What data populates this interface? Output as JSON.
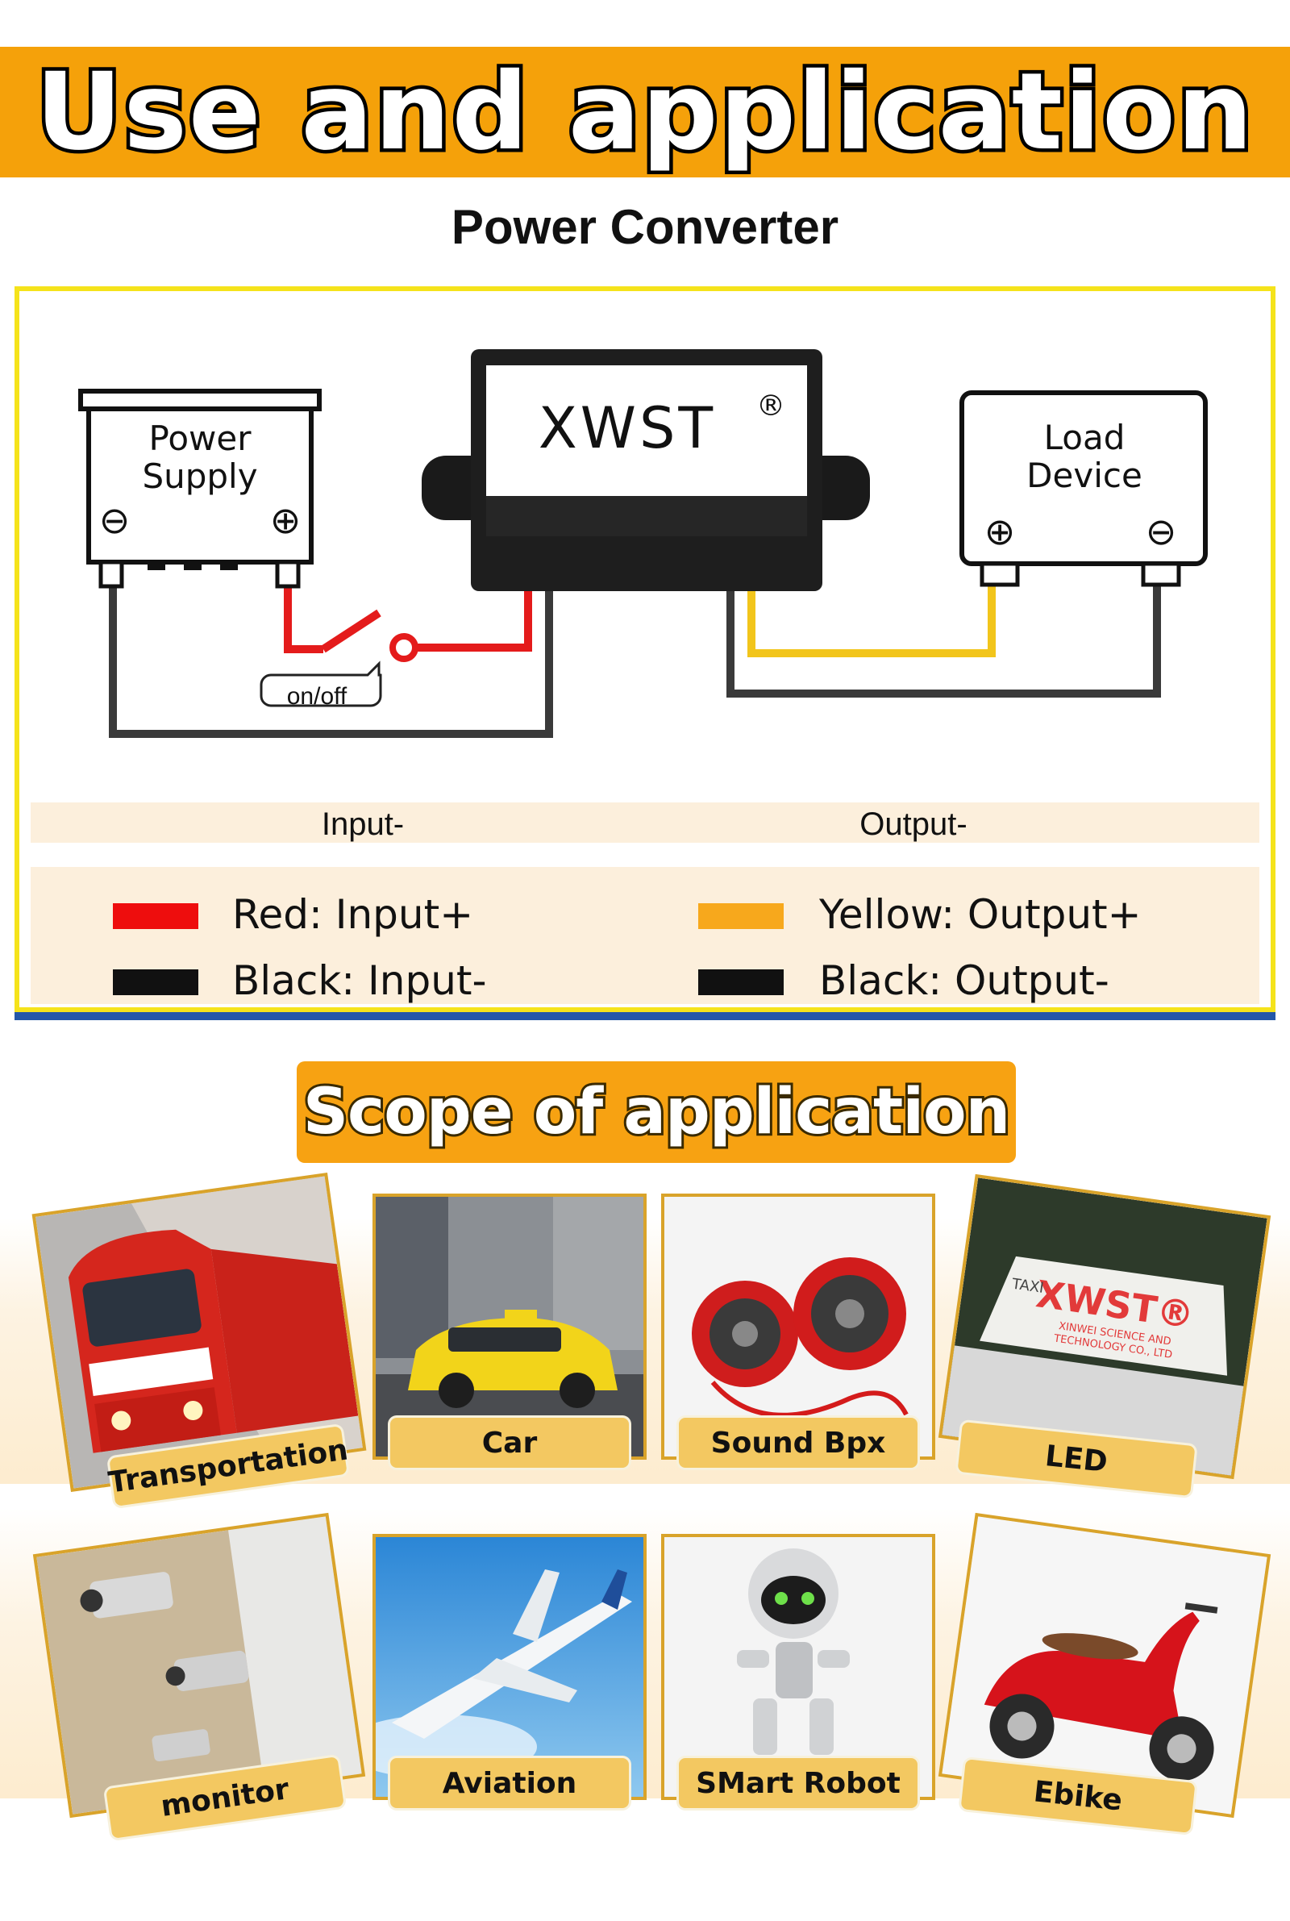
{
  "header": {
    "title": "Use and application"
  },
  "diagram": {
    "subtitle": "Power Converter",
    "power_supply": {
      "line1": "Power",
      "line2": "Supply"
    },
    "converter_brand": "XWST",
    "converter_mark": "®",
    "load_device": {
      "line1": "Load",
      "line2": "Device"
    },
    "switch_label": "on/off",
    "minus_symbol": "⊖",
    "plus_symbol": "⊕",
    "input_label": "Input-",
    "output_label": "Output-",
    "legend": [
      {
        "label": "Red: Input+",
        "color": "#ee0d0d"
      },
      {
        "label": "Black: Input-",
        "color": "#111111"
      },
      {
        "label": "Yellow: Output+",
        "color": "#f7a81c"
      },
      {
        "label": "Black: Output-",
        "color": "#111111"
      }
    ]
  },
  "scope": {
    "title": "Scope of application",
    "items": [
      {
        "label": "Transportation"
      },
      {
        "label": "Car"
      },
      {
        "label": "Sound Bpx"
      },
      {
        "label": "LED"
      },
      {
        "label": "monitor"
      },
      {
        "label": "Aviation"
      },
      {
        "label": "SMart Robot"
      },
      {
        "label": "Ebike"
      }
    ],
    "led_sign_text": "XWST®",
    "led_sign_small_1": "XINWEI SCIENCE AND",
    "led_sign_small_2": "TECHNOLOGY CO., LTD",
    "taxi_word": "TAXI"
  },
  "colors": {
    "banner_orange": "#f5a10a",
    "panel_yellow": "#f5e31b",
    "rule_blue": "#2457a8",
    "wire_red": "#e41b1b",
    "wire_yellow": "#f2c51b",
    "label_gold": "#f3c861"
  }
}
